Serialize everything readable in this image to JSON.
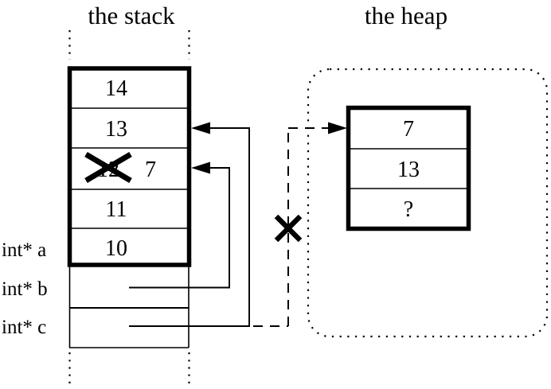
{
  "titles": {
    "stack": "the stack",
    "heap": "the heap"
  },
  "stack_frame": {
    "cells": [
      {
        "value": "14",
        "crossed": false
      },
      {
        "value": "13",
        "crossed": false
      },
      {
        "value": "12",
        "crossed": true,
        "new_value": "7"
      },
      {
        "value": "11",
        "crossed": false
      },
      {
        "value": "10",
        "crossed": false
      }
    ]
  },
  "pointer_vars": [
    {
      "label": "int* a"
    },
    {
      "label": "int* b"
    },
    {
      "label": "int* c"
    }
  ],
  "heap_block": {
    "cells": [
      "7",
      "13",
      "?"
    ]
  },
  "colors": {
    "ink": "#000000",
    "background": "#ffffff"
  }
}
